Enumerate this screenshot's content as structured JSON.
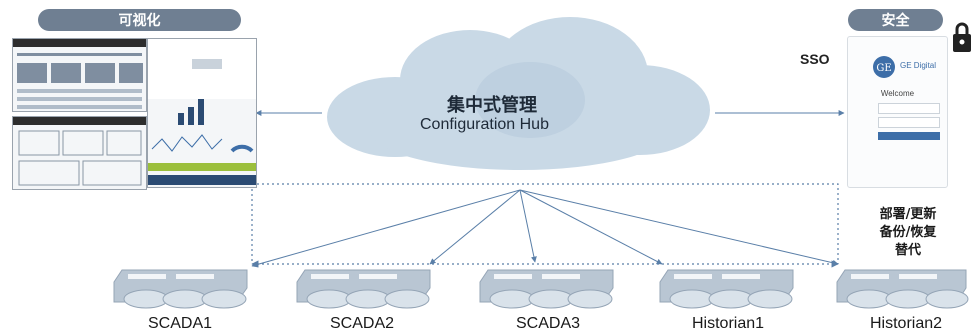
{
  "headers": {
    "visualization": "可视化",
    "security": "安全"
  },
  "hub": {
    "title_cn": "集中式管理",
    "title_en": "Configuration Hub"
  },
  "sso_label": "SSO",
  "login": {
    "brand": "GE Digital",
    "welcome": "Welcome"
  },
  "operations": [
    "部署/更新",
    "备份/恢复",
    "替代"
  ],
  "nodes": [
    "SCADA1",
    "SCADA2",
    "SCADA3",
    "Historian1",
    "Historian2"
  ],
  "colors": {
    "pill": "#6f7f92",
    "cloud": "#c9d9e6",
    "line": "#5a7fa8",
    "server": "#b9c6d3"
  }
}
